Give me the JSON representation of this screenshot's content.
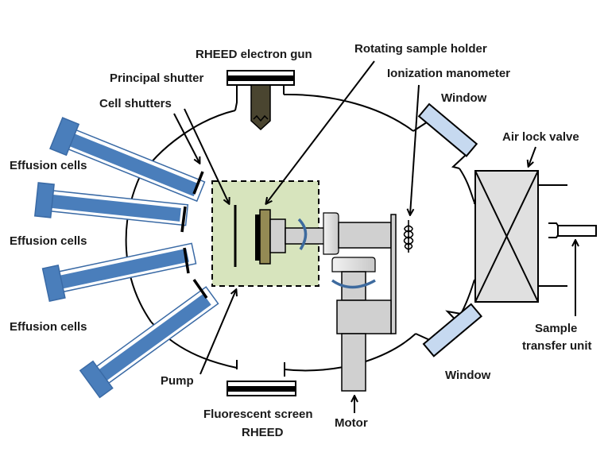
{
  "title": "Molecular beam epitaxy (MBE) chamber schematic",
  "labels": {
    "rheed_gun": "RHEED electron gun",
    "rotating_holder": "Rotating sample holder",
    "principal_shutter": "Principal shutter",
    "ionization_manometer": "Ionization manometer",
    "cell_shutters": "Cell shutters",
    "window_top": "Window",
    "air_lock_valve": "Air lock valve",
    "effusion_cells_1": "Effusion cells",
    "effusion_cells_2": "Effusion cells",
    "effusion_cells_3": "Effusion cells",
    "sample_transfer_line1": "Sample",
    "sample_transfer_line2": "transfer unit",
    "window_bottom": "Window",
    "pump": "Pump",
    "fluorescent_line1": "Fluorescent screen",
    "fluorescent_line2": "RHEED",
    "motor": "Motor"
  },
  "colors": {
    "effusion_cell": "#4a7ebb",
    "effusion_outline": "#3a6aa5",
    "window": "#c6d9f0",
    "sample_zone": "#d7e4bd",
    "holder_gray": "#d0d0d0",
    "substrate": "#948a54",
    "gun_body": "#4a4530",
    "rotation_arrow": "#3d6a9e",
    "valve": "#e0e0e0"
  }
}
